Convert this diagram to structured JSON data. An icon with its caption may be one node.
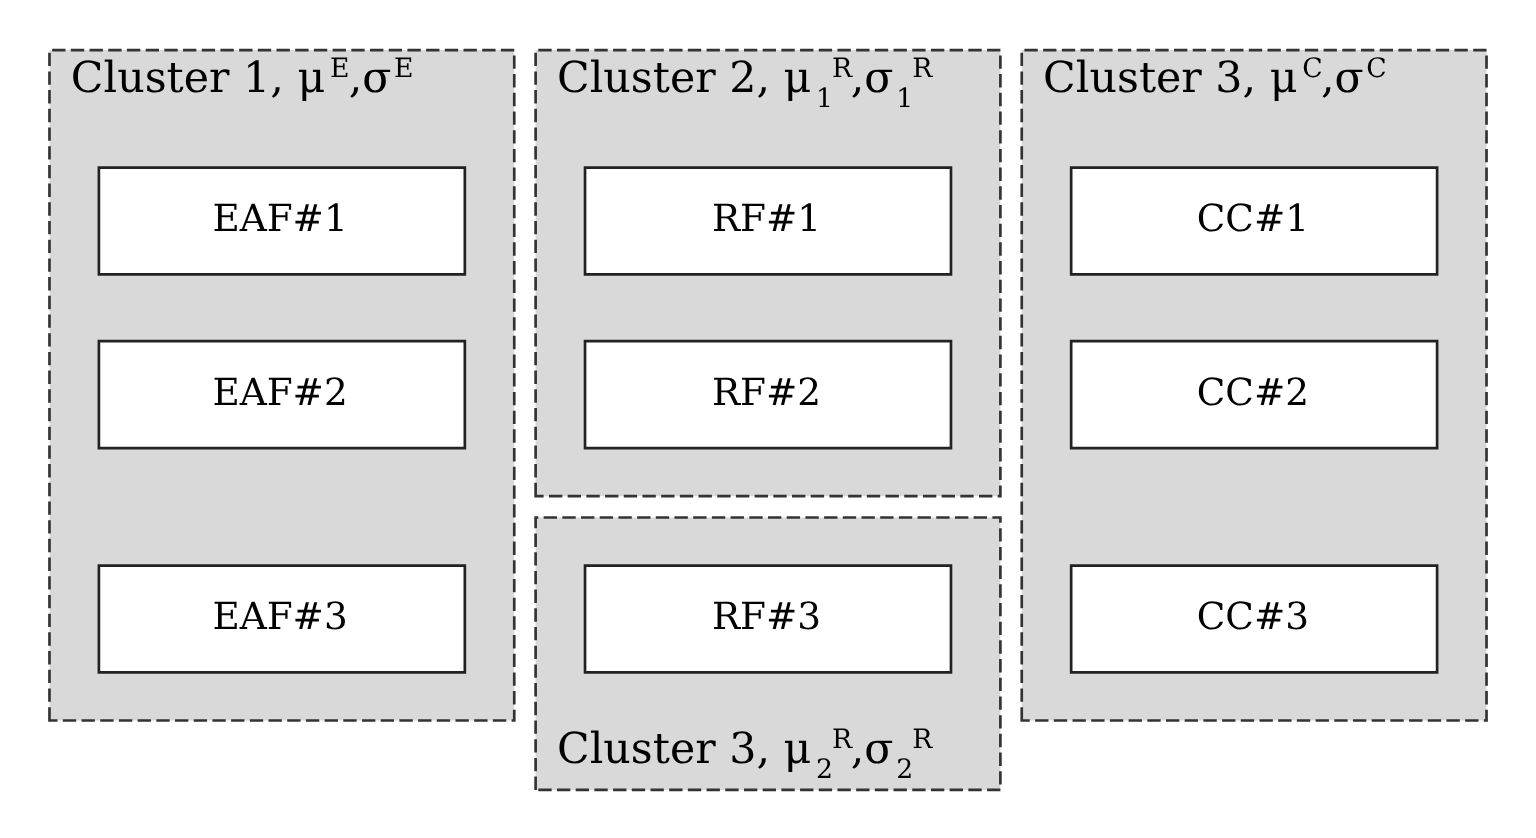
{
  "diagram": {
    "nodes": [
      {
        "text": [
          "Cluster 1, μ$^{E}$,σ$^{E}$"
        ]
      },
      {
        "text": [
          "EAF#1"
        ],
        "in": 0
      },
      {
        "text": [
          "EAF#2"
        ],
        "in": 0
      },
      {
        "text": [
          "EAF#3"
        ],
        "in": 0
      },
      {
        "text": [
          "Cluster 2, μ$_{1}$$^{R}$,σ$_{1}$$^{R}$"
        ]
      },
      {
        "text": [
          "RF#1"
        ],
        "in": 4
      },
      {
        "text": [
          "RF#2"
        ],
        "in": 4
      },
      {
        "text": [
          "Cluster 3, μ$_{2}$$^{R}$,σ$_{2}$$^{R}$"
        ]
      },
      {
        "text": [
          "RF#3"
        ],
        "in": 7
      },
      {
        "text": [
          "Cluster 3, μ$^{C}$,σ$^{C}$"
        ]
      },
      {
        "text": [
          "CC#1"
        ],
        "in": 9
      },
      {
        "text": [
          "CC#2"
        ],
        "in": 9
      },
      {
        "text": [
          "CC#3"
        ],
        "in": 9
      }
    ],
    "edges": []
  }
}
